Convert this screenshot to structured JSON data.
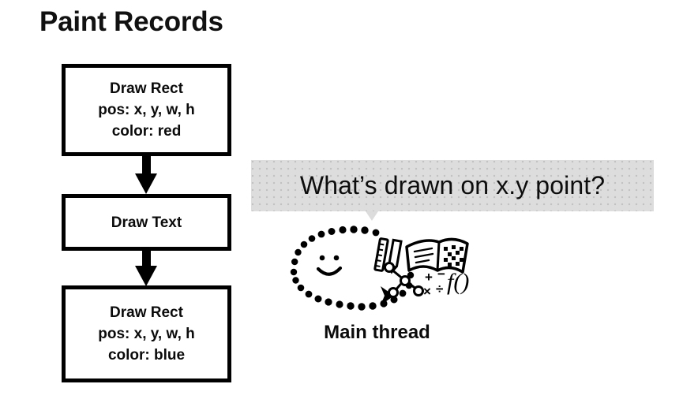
{
  "title": "Paint Records",
  "paint_records": {
    "boxes": [
      {
        "name": "draw-rect-red",
        "lines": [
          "Draw Rect",
          "pos: x, y, w, h",
          "color: red"
        ]
      },
      {
        "name": "draw-text",
        "lines": [
          "Draw Text"
        ]
      },
      {
        "name": "draw-rect-blue",
        "lines": [
          "Draw Rect",
          "pos: x, y, w, h",
          "color: blue"
        ]
      }
    ],
    "arrow_icon": "down-arrow-icon"
  },
  "speech_bubble": {
    "text": "What’s drawn on x.y point?",
    "background_color": "#dddddd",
    "tail_icon": "speech-tail-icon"
  },
  "illustration": {
    "name": "main-thread-doodle",
    "parts": [
      "dotted-ellipse-icon",
      "smiley-face-icon",
      "ruler-icon",
      "pencil-icon",
      "open-book-icon",
      "tree-graph-icon",
      "math-operators-icon",
      "function-notation-icon",
      "chevron-arrow-icon"
    ],
    "math_operators": [
      "+",
      "−",
      "×",
      "÷"
    ],
    "function_notation": "f()"
  },
  "main_thread": {
    "label": "Main thread"
  },
  "colors": {
    "ink": "#000000",
    "background": "#ffffff",
    "bubble": "#dddddd"
  }
}
